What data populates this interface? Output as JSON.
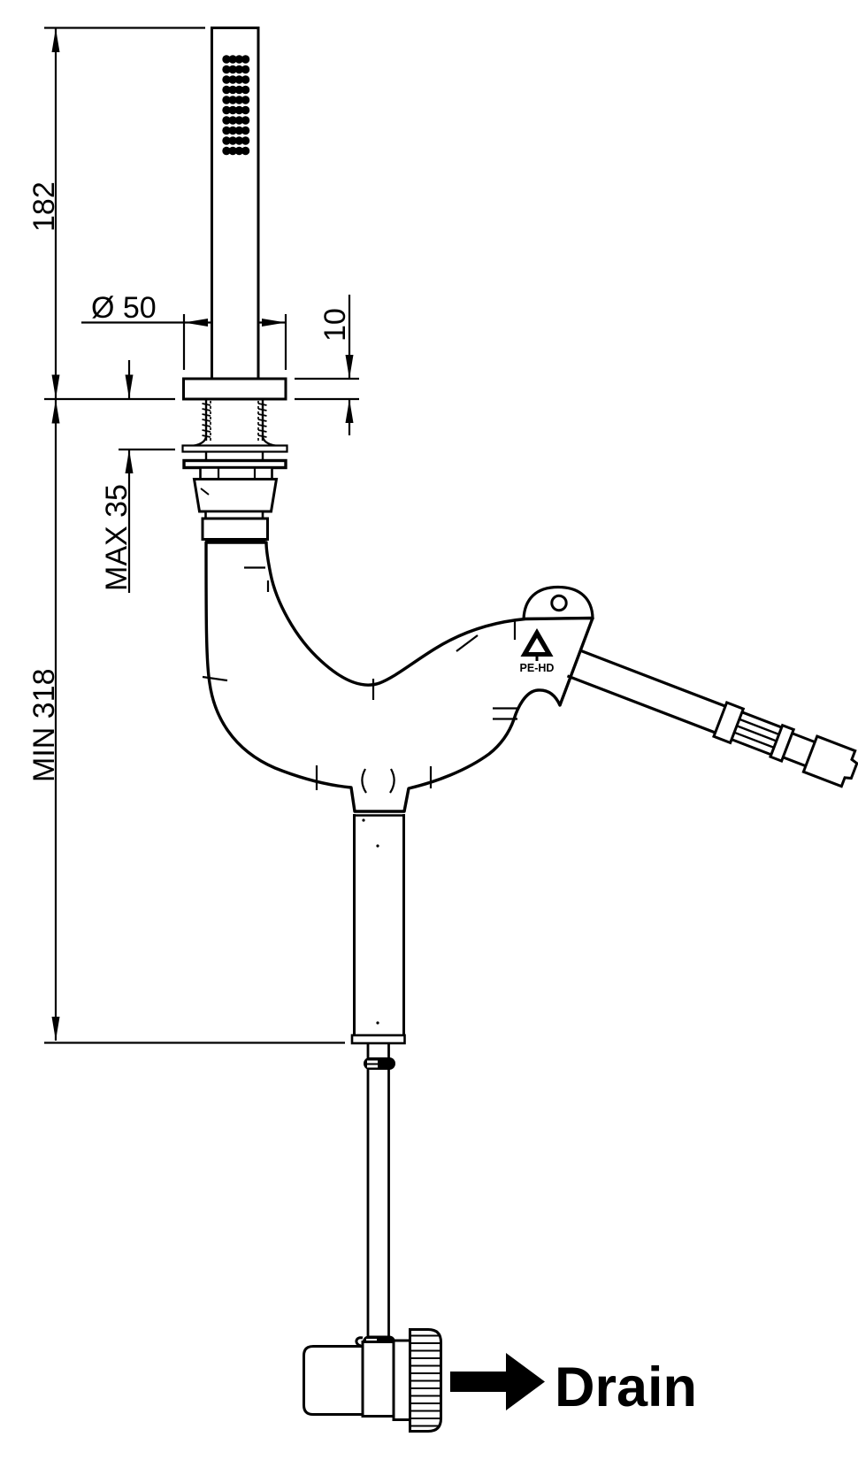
{
  "dimensions": {
    "wand_height": "182",
    "flange_diameter": "Ø 50",
    "flange_thickness": "10",
    "max_deck": "MAX 35",
    "min_depth": "MIN 318"
  },
  "labels": {
    "drain": "Drain",
    "material": "PE-HD"
  },
  "icons": {
    "recycling": "recycling-icon",
    "drain_arrow": "drain-arrow-icon"
  },
  "colors": {
    "line": "#000000",
    "drain": "#f40000",
    "background": "#ffffff"
  }
}
